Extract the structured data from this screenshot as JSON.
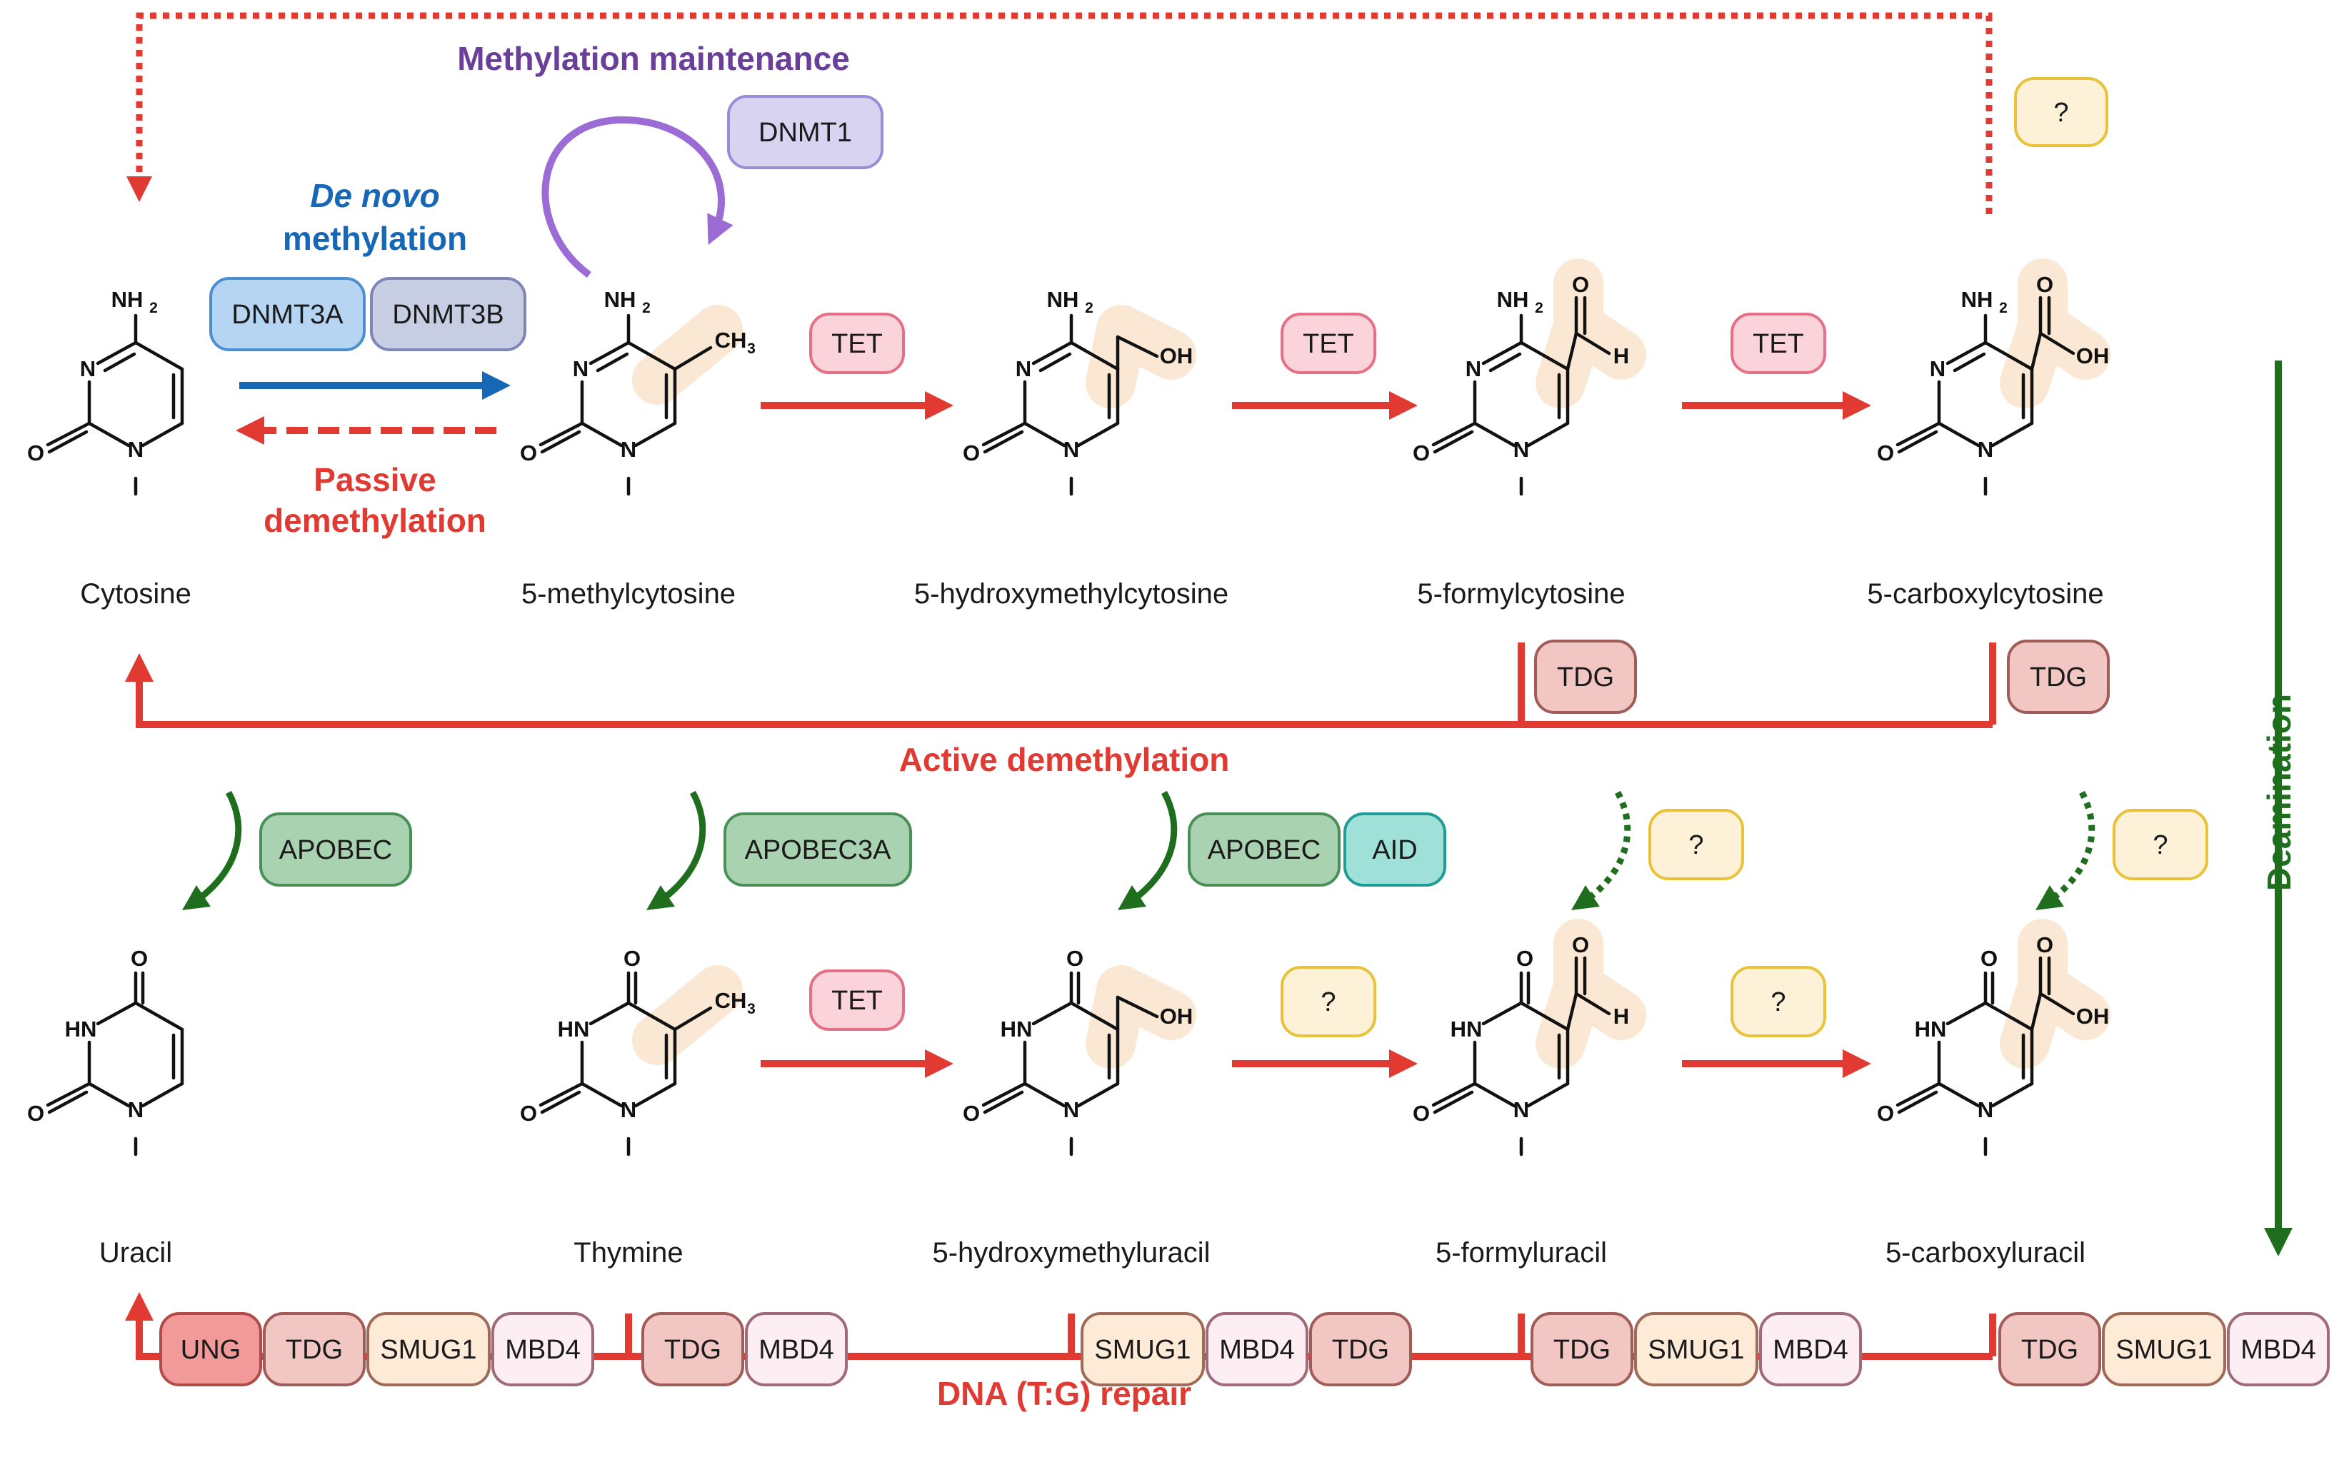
{
  "top_compounds": [
    {
      "name": "Cytosine",
      "group": "none"
    },
    {
      "name": "5-methylcytosine",
      "group": "methyl"
    },
    {
      "name": "5-hydroxymethylcytosine",
      "group": "hydroxymethyl"
    },
    {
      "name": "5-formylcytosine",
      "group": "formyl"
    },
    {
      "name": "5-carboxylcytosine",
      "group": "carboxyl"
    }
  ],
  "bottom_compounds": [
    {
      "name": "Uracil",
      "group": "none"
    },
    {
      "name": "Thymine",
      "group": "methyl"
    },
    {
      "name": "5-hydroxymethyluracil",
      "group": "hydroxymethyl"
    },
    {
      "name": "5-formyluracil",
      "group": "formyl"
    },
    {
      "name": "5-carboxyluracil",
      "group": "carboxyl"
    }
  ],
  "atoms": {
    "nh2": "NH",
    "nh2_sub": "2",
    "n": "N",
    "hn": "HN",
    "o": "O",
    "oh": "OH",
    "h": "H",
    "ch3": "CH",
    "ch3_sub": "3"
  },
  "labels": {
    "methylation_maintenance": "Methylation maintenance",
    "de_novo_1": "De novo",
    "de_novo_2": "methylation",
    "passive_1": "Passive",
    "passive_2": "demethylation",
    "active_demethylation": "Active demethylation",
    "deamination": "Deamination",
    "dna_repair": "DNA (T:G) repair"
  },
  "enzymes": {
    "dnmt1": "DNMT1",
    "dnmt3a": "DNMT3A",
    "dnmt3b": "DNMT3B",
    "tet": "TET",
    "tdg": "TDG",
    "unknown": "?",
    "apobec": "APOBEC",
    "apobec3a": "APOBEC3A",
    "aid": "AID",
    "ung": "UNG",
    "smug1": "SMUG1",
    "mbd4": "MBD4"
  },
  "colors": {
    "red": "#e03a33",
    "green": "#1e6e1e",
    "blue": "#1668b6",
    "purple": "#6a3f9a",
    "highlight": "#fbe8d4",
    "tet_fill": "#fbd3da",
    "tdg_fill": "#f2c6c2",
    "unknown_fill": "#fdf1d8",
    "apobec_fill": "#a9d2b1",
    "aid_fill": "#9fe0d9",
    "dnmt1_fill": "#d9d3f2",
    "dnmt3a_fill": "#b5d5f2",
    "dnmt3b_fill": "#c7cde3",
    "ung_fill": "#f29a9a",
    "smug1_fill": "#fdebd7",
    "mbd4_fill": "#fdeef4"
  }
}
